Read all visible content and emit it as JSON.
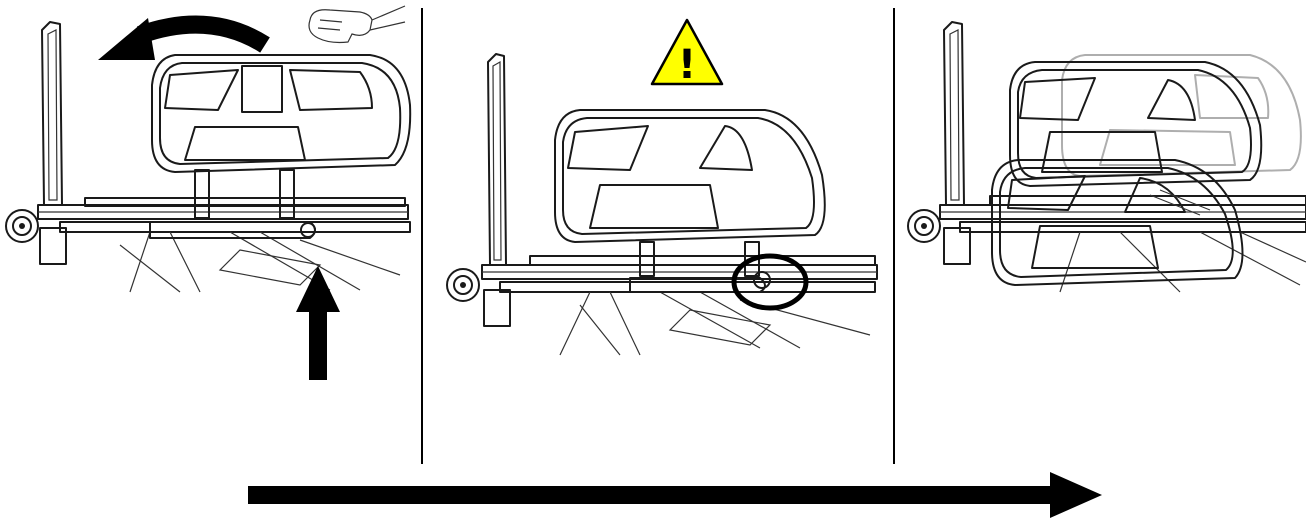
{
  "figure": {
    "steps": [
      {
        "id": "step-1",
        "icons": [
          "hand-squeeze-icon",
          "rotate-arrow-icon",
          "push-up-arrow-icon"
        ]
      },
      {
        "id": "step-2",
        "icons": [
          "warning-icon",
          "latch-highlight-circle"
        ]
      },
      {
        "id": "step-3",
        "icons": [
          "rail-motion-ghost"
        ]
      }
    ],
    "warning": {
      "symbol": "!",
      "fill": "#ffff00",
      "stroke": "#000000"
    },
    "colors": {
      "line": "#1a1a1a",
      "background": "#ffffff",
      "arrow": "#000000"
    },
    "sequence_arrow": {
      "direction": "right"
    }
  }
}
